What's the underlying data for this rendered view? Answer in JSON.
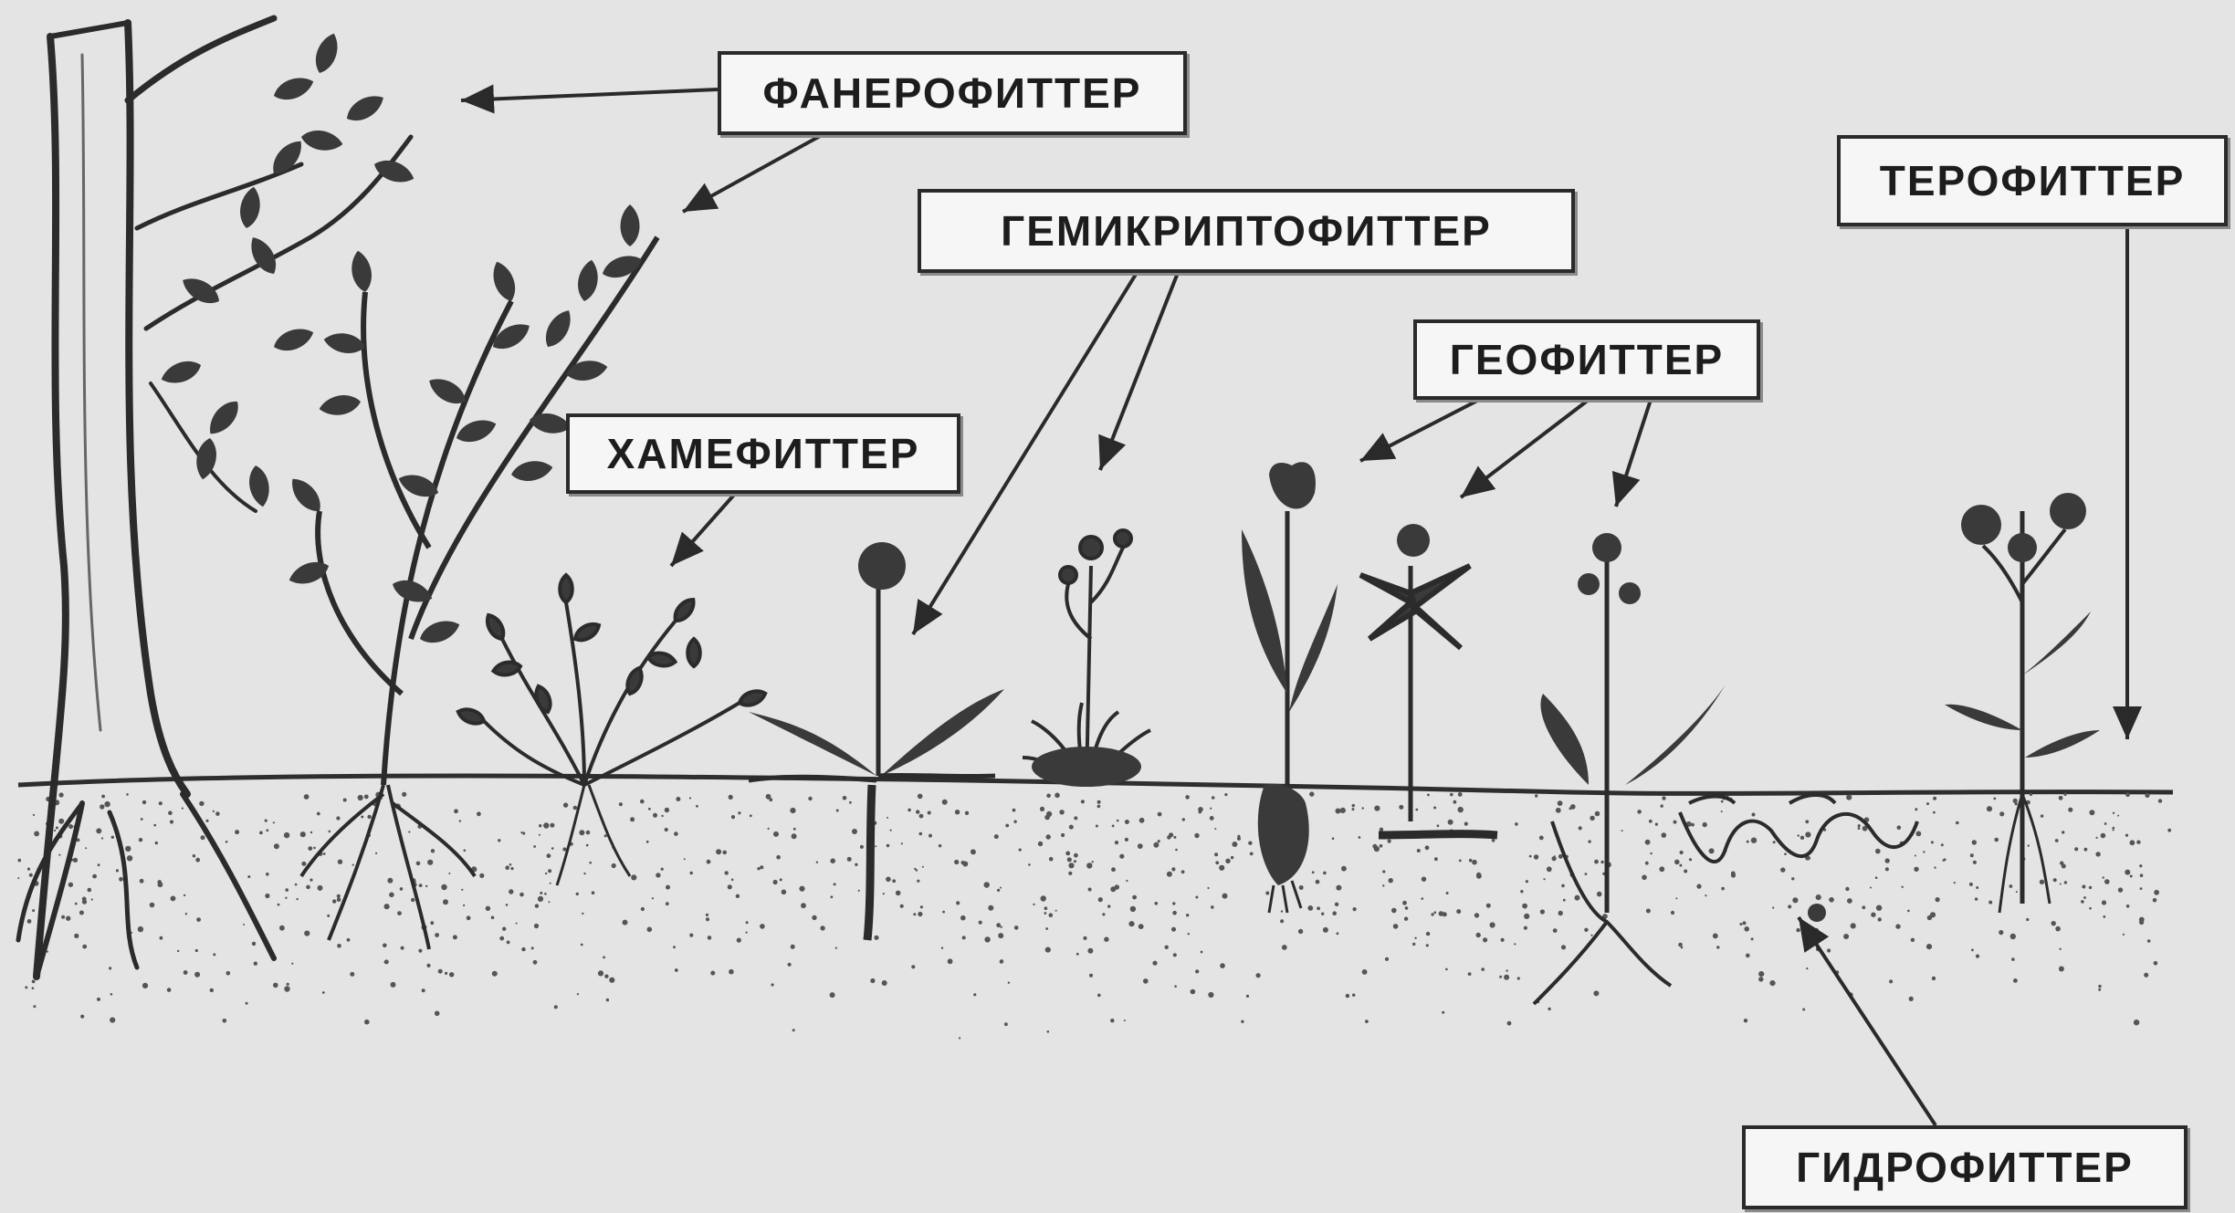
{
  "labels": {
    "phanerophytes": "ФАНЕРОФИТТЕР",
    "hemicryptophytes": "ГЕМИКРИПТОФИТТЕР",
    "therophytes": "ТЕРОФИТТЕР",
    "geophytes": "ГЕОФИТТЕР",
    "chamaephytes": "ХАМЕФИТТЕР",
    "hydrophytes": "ГИДРОФИТТЕР"
  },
  "colors": {
    "background": "#e4e4e4",
    "ink": "#2a2a2a",
    "soil": "#555555"
  }
}
